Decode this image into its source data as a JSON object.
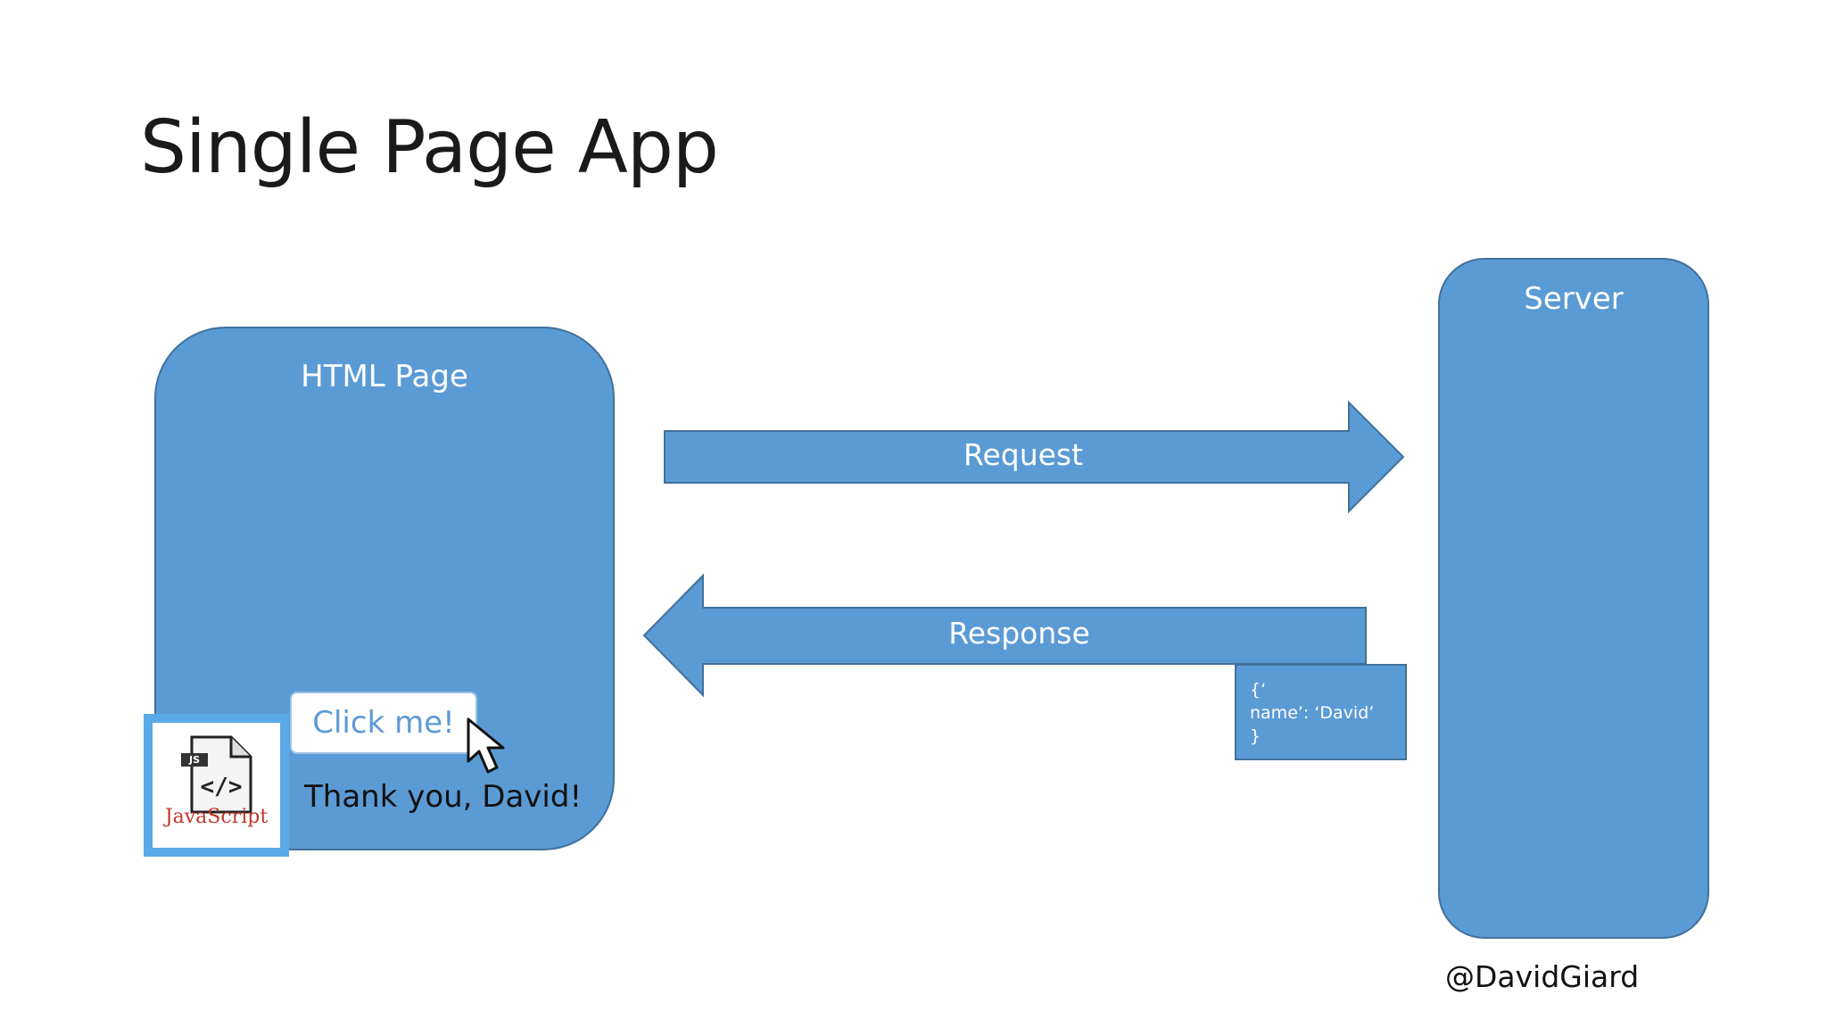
{
  "title": "Single Page App",
  "html_page": {
    "label": "HTML Page"
  },
  "server": {
    "label": "Server"
  },
  "request": {
    "label": "Request"
  },
  "response": {
    "label": "Response"
  },
  "json_payload": {
    "lines": [
      "{‘",
      "name’: ‘David’",
      "}"
    ]
  },
  "click_button": {
    "label": "Click me!"
  },
  "thanks_text": "Thank you, David!",
  "js_icon": {
    "label": "JavaScript",
    "badge": "JS",
    "icon": "javascript-file-icon"
  },
  "cursor": {
    "icon": "mouse-pointer-icon"
  },
  "handle": "@DavidGiard",
  "colors": {
    "shape_fill": "#5b9bd5",
    "shape_border": "#41719c",
    "js_frame": "#5aaae8",
    "js_text": "#c0392b"
  }
}
